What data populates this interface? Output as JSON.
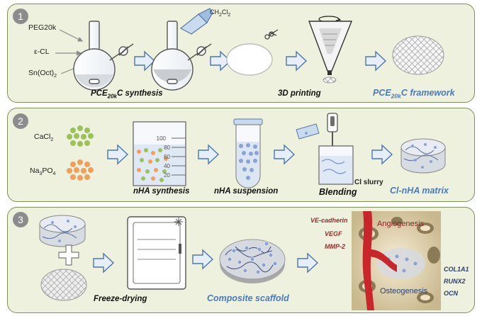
{
  "step1": {
    "number": "1",
    "reagents": {
      "peg": "PEG20k",
      "cl": "ε-CL",
      "catalyst": "Sn(Oct)",
      "catalyst_sub": "2"
    },
    "solvent": "CH",
    "solvent_sub1": "2",
    "solvent_mid": "Cl",
    "solvent_sub2": "2",
    "synthesis_prefix": "PCE",
    "synthesis_sub": "20k",
    "synthesis_suffix": "C synthesis",
    "printing": "3D printing",
    "framework_prefix": "PCE",
    "framework_sub": "20k",
    "framework_suffix": "C framework"
  },
  "step2": {
    "number": "2",
    "cacl": "CaCl",
    "cacl_sub": "2",
    "na": "Na",
    "na_sub": "3",
    "na_mid": "PO",
    "na_sub2": "4",
    "beaker_ticks": [
      "100",
      "80",
      "60",
      "40",
      "20"
    ],
    "nha_synthesis": "nHA synthesis",
    "nha_suspension": "nHA suspension",
    "blending": "Blending",
    "cl_slurry": "Cl slurry",
    "matrix": "Cl-nHA matrix"
  },
  "step3": {
    "number": "3",
    "freeze_drying": "Freeze-drying",
    "composite": "Composite scaffold",
    "factors": [
      "VE-cadherin",
      "VEGF",
      "MMP-2"
    ],
    "angiogenesis": "Angiogenesis",
    "osteogenesis": "Osteogenesis",
    "genes": [
      "COL1A1",
      "RUNX2",
      "OCN"
    ]
  },
  "colors": {
    "panel_border": "#7f8f5a",
    "panel_fill": "#eef1de",
    "blue_caption": "#4a7ab8",
    "red_caption": "#9b2b2b",
    "arrow_fill": "#e6eef9",
    "arrow_stroke": "#4a76b0"
  }
}
